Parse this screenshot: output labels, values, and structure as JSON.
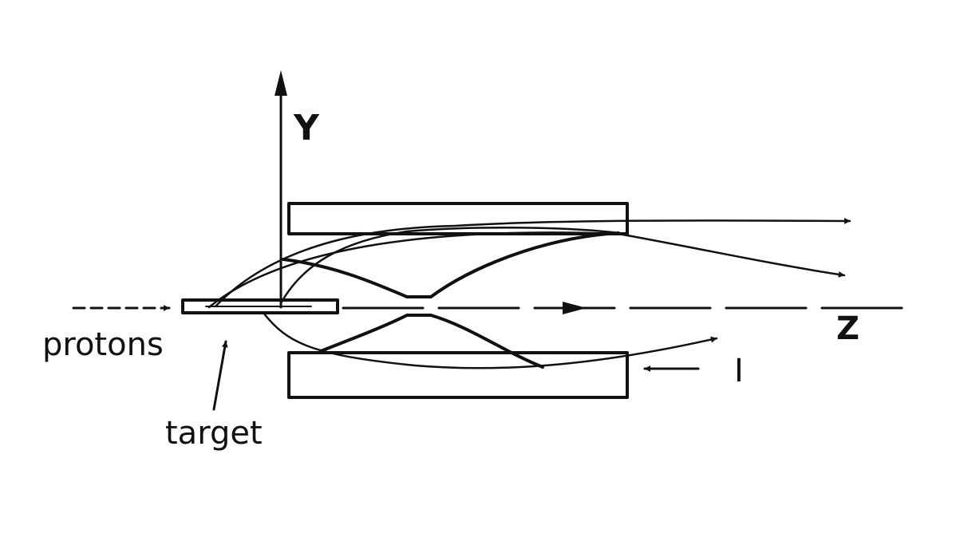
{
  "labels": {
    "y_axis": "Y",
    "z_axis": "Z",
    "beam": "protons",
    "target": "target",
    "current": "I"
  },
  "colors": {
    "ink": "#111111",
    "background": "#ffffff"
  }
}
